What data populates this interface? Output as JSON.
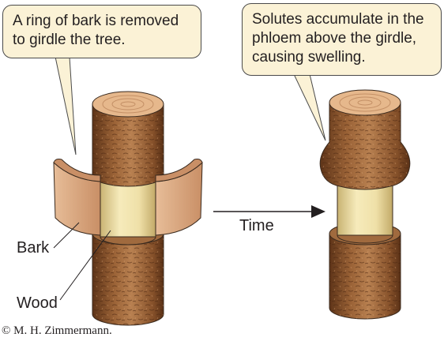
{
  "callouts": {
    "left": [
      "A ring of bark is removed",
      "to girdle the tree."
    ],
    "right": [
      "Solutes accumulate in the",
      "phloem above the girdle,",
      "causing swelling."
    ]
  },
  "labels": {
    "bark": "Bark",
    "wood": "Wood",
    "time": "Time"
  },
  "credit": "© M. H. Zimmermann.",
  "colors": {
    "bark_dark": "#7e4a26",
    "bark_light": "#b57c4c",
    "cut_face": "#e6b88c",
    "ring": "#c49066",
    "wood": "#ecdca0",
    "peeled_bark": "#d9a882",
    "callout_fill": "#fbf2d6",
    "outline": "#3a2a1e"
  }
}
